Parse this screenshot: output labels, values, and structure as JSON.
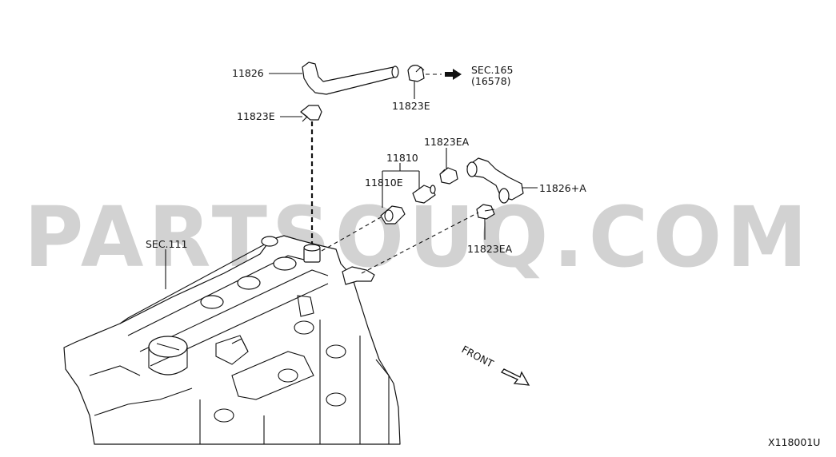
{
  "watermark": "PARTSOUQ.COM",
  "diagram_code": "X118001U",
  "direction_label": "FRONT",
  "labels": {
    "hose_upper": "11826",
    "clamp_left": "11823E",
    "clamp_right": "11823E",
    "sec165": "SEC.165",
    "sec165_sub": "(16578)",
    "valve_assembly": "11810",
    "valve_part": "11810E",
    "clamp_ea_upper": "11823EA",
    "clamp_ea_lower": "11823EA",
    "hose_lower": "11826+A",
    "sec111": "SEC.111"
  }
}
